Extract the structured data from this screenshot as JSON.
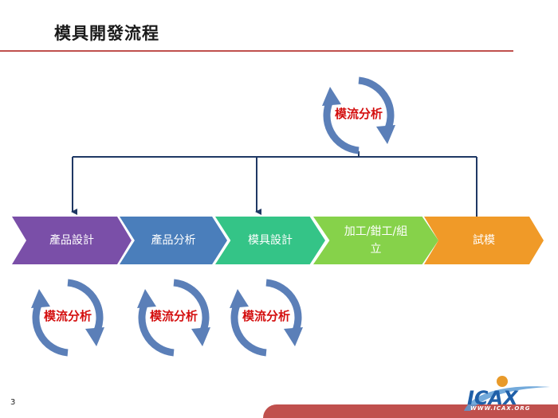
{
  "title": "模具開發流程",
  "page_number": "3",
  "stages": [
    {
      "id": "product-design",
      "label": "產品設計",
      "color": "#7a4fa8"
    },
    {
      "id": "product-analysis",
      "label": "產品分析",
      "color": "#4a7ebb"
    },
    {
      "id": "mold-design",
      "label": "模具設計",
      "color": "#34c487"
    },
    {
      "id": "machining",
      "label": "加工/鉗工/組立",
      "color": "#86d24a"
    },
    {
      "id": "trial",
      "label": "試模",
      "color": "#f09a28"
    }
  ],
  "cycle_label": "模流分析",
  "cycle_color": "#5b7fb8",
  "label_color": "#d41010",
  "logo": {
    "text": "ICAX",
    "url": "WWW.ICAX.ORG"
  }
}
